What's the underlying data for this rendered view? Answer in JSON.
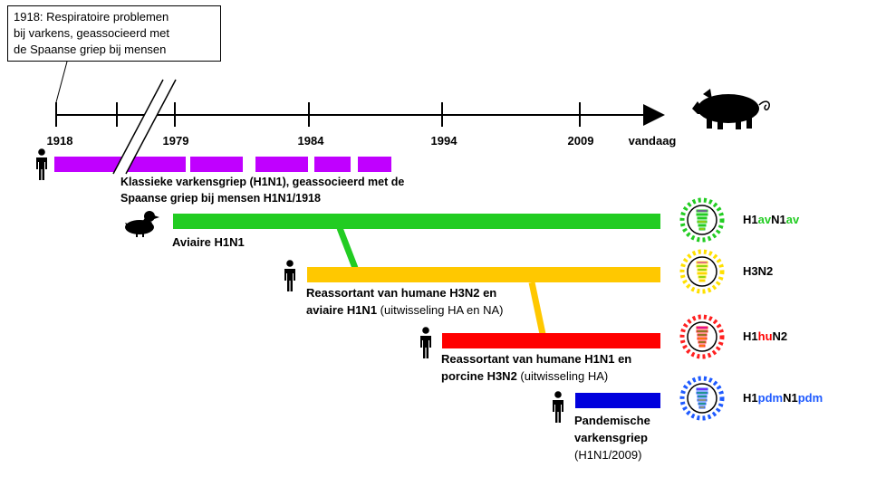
{
  "callout": {
    "lines": [
      "1918: Respiratoire problemen",
      "bij varkens, geassocieerd met",
      "de Spaanse griep bij mensen"
    ]
  },
  "timeline": {
    "years": [
      "1918",
      "1979",
      "1984",
      "1994",
      "2009"
    ],
    "end_label": "vandaag"
  },
  "lineages": {
    "classic": {
      "label_line1": "Klassieke varkensgriep (H1N1), geassocieerd met de",
      "label_line2": "Spaanse griep bij mensen H1N1/1918",
      "color": "#c000ff"
    },
    "avian": {
      "label": "Aviaire H1N1",
      "color": "#22cc22",
      "subtype": [
        "H1",
        "av",
        "N1",
        "av"
      ]
    },
    "h3n2": {
      "label_line1": "Reassortant van humane H3N2 en",
      "label_line2_bold": "aviaire H1N1",
      "label_line2_rest": " (uitwisseling HA en NA)",
      "color": "#ffc800",
      "subtype": [
        "H3N2"
      ]
    },
    "h1hun2": {
      "label_line1": "Reassortant van humane H1N1 en",
      "label_line2_bold": "porcine H3N2",
      "label_line2_rest": " (uitwisseling HA)",
      "color": "#ff0000",
      "subtype": [
        "H1",
        "hu",
        "N2"
      ]
    },
    "pdm": {
      "label_line1": "Pandemische",
      "label_line2": "varkensgriep",
      "label_line3": "(H1N1/2009)",
      "color": "#0000dd",
      "subtype": [
        "H1",
        "pdm",
        "N1",
        "pdm"
      ]
    }
  },
  "icons": [
    "human-icon",
    "duck-icon",
    "pig-icon",
    "virus-icon"
  ]
}
